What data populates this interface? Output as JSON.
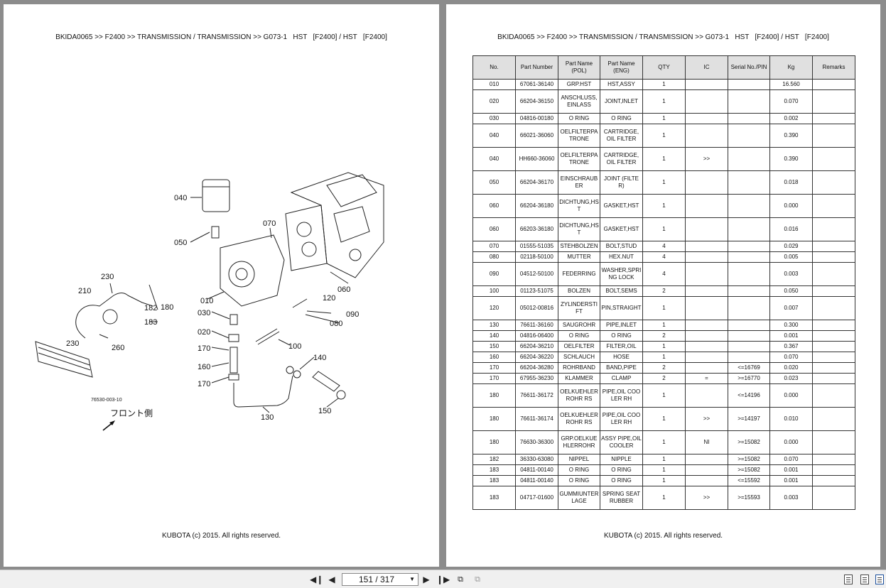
{
  "left_page": {
    "header": "BKIDA0065 >> F2400 >> TRANSMISSION / TRANSMISSION >> G073-1   HST   [F2400] / HST   [F2400]",
    "footer": "KUBOTA (c) 2015. All rights reserved.",
    "diagram": {
      "labels": {
        "l040": "040",
        "l050": "050",
        "l070": "070",
        "l060": "060",
        "l010": "010",
        "l120": "120",
        "l030": "030",
        "l090": "090",
        "l080": "080",
        "l020": "020",
        "l100": "100",
        "l170a": "170",
        "l140": "140",
        "l160": "160",
        "l170b": "170",
        "l150": "150",
        "l130": "130",
        "l230a": "230",
        "l210": "210",
        "l182": "182",
        "l180": "180",
        "l183": "183",
        "l230b": "230",
        "l260": "260"
      },
      "ref_code": "76530-003-10",
      "front_side": "フロント側"
    }
  },
  "right_page": {
    "header": "BKIDA0065 >> F2400 >> TRANSMISSION / TRANSMISSION >> G073-1   HST   [F2400] / HST   [F2400]",
    "footer": "KUBOTA (c) 2015. All rights reserved.",
    "table": {
      "columns": [
        "No.",
        "Part Number",
        "Part Name (POL)",
        "Part Name (ENG)",
        "QTY",
        "IC",
        "Serial No./PIN",
        "Kg",
        "Remarks"
      ],
      "rows": [
        [
          "010",
          "67061-36140",
          "GRP.HST",
          "HST,ASSY",
          "1",
          "",
          "",
          "16.560",
          ""
        ],
        [
          "020",
          "66204-36150",
          "ANSCHLUSS, EINLASS",
          "JOINT,INLET",
          "1",
          "",
          "",
          "0.070",
          ""
        ],
        [
          "030",
          "04816-00180",
          "O RING",
          "O RING",
          "1",
          "",
          "",
          "0.002",
          ""
        ],
        [
          "040",
          "66021-36060",
          "OELFILTERPATRONE",
          "CARTRIDGE, OIL FILTER",
          "1",
          "",
          "",
          "0.390",
          ""
        ],
        [
          "040",
          "HH660-36060",
          "OELFILTERPATRONE",
          "CARTRIDGE, OIL FILTER",
          "1",
          ">>",
          "",
          "0.390",
          ""
        ],
        [
          "050",
          "66204-36170",
          "EINSCHRAUBER",
          "JOINT (FILTER)",
          "1",
          "",
          "",
          "0.018",
          ""
        ],
        [
          "060",
          "66204-36180",
          "DICHTUNG,HST",
          "GASKET,HST",
          "1",
          "",
          "",
          "0.000",
          ""
        ],
        [
          "060",
          "66203-36180",
          "DICHTUNG,HST",
          "GASKET,HST",
          "1",
          "",
          "",
          "0.016",
          ""
        ],
        [
          "070",
          "01555-51035",
          "STEHBOLZEN",
          "BOLT,STUD",
          "4",
          "",
          "",
          "0.029",
          ""
        ],
        [
          "080",
          "02118-50100",
          "MUTTER",
          "HEX.NUT",
          "4",
          "",
          "",
          "0.005",
          ""
        ],
        [
          "090",
          "04512-50100",
          "FEDERRING",
          "WASHER,SPRING LOCK",
          "4",
          "",
          "",
          "0.003",
          ""
        ],
        [
          "100",
          "01123-51075",
          "BOLZEN",
          "BOLT,SEMS",
          "2",
          "",
          "",
          "0.050",
          ""
        ],
        [
          "120",
          "05012-00816",
          "ZYLINDERSTIFT",
          "PIN,STRAIGHT",
          "1",
          "",
          "",
          "0.007",
          ""
        ],
        [
          "130",
          "76611-36160",
          "SAUGROHR",
          "PIPE,INLET",
          "1",
          "",
          "",
          "0.300",
          ""
        ],
        [
          "140",
          "04816-06400",
          "O RING",
          "O RING",
          "2",
          "",
          "",
          "0.001",
          ""
        ],
        [
          "150",
          "66204-36210",
          "OELFILTER",
          "FILTER,OIL",
          "1",
          "",
          "",
          "0.367",
          ""
        ],
        [
          "160",
          "66204-36220",
          "SCHLAUCH",
          "HOSE",
          "1",
          "",
          "",
          "0.070",
          ""
        ],
        [
          "170",
          "66204-36280",
          "ROHRBAND",
          "BAND,PIPE",
          "2",
          "",
          "<=16769",
          "0.020",
          ""
        ],
        [
          "170",
          "67955-36230",
          "KLAMMER",
          "CLAMP",
          "2",
          "=",
          ">=16770",
          "0.023",
          ""
        ],
        [
          "180",
          "76611-36172",
          "OELKUEHLERROHR RS",
          "PIPE,OIL COOLER RH",
          "1",
          "",
          "<=14196",
          "0.000",
          ""
        ],
        [
          "180",
          "76611-36174",
          "OELKUEHLERROHR RS",
          "PIPE,OIL COOLER RH",
          "1",
          ">>",
          ">=14197",
          "0.010",
          ""
        ],
        [
          "180",
          "76630-36300",
          "GRP.OELKUEHLERROHR",
          "ASSY PIPE,OIL COOLER",
          "1",
          "NI",
          ">=15082",
          "0.000",
          ""
        ],
        [
          "182",
          "36330-63080",
          "NIPPEL",
          "NIPPLE",
          "1",
          "",
          ">=15082",
          "0.070",
          ""
        ],
        [
          "183",
          "04811-00140",
          "O RING",
          "O RING",
          "1",
          "",
          ">=15082",
          "0.001",
          ""
        ],
        [
          "183",
          "04811-00140",
          "O RING",
          "O RING",
          "1",
          "",
          "<=15592",
          "0.001",
          ""
        ],
        [
          "183",
          "04717-01600",
          "GUMMIUNTERLAGE",
          "SPRING SEAT RUBBER",
          "1",
          ">>",
          ">=15593",
          "0.003",
          ""
        ]
      ]
    }
  },
  "toolbar": {
    "first_page_icon": "first-page-icon",
    "prev_page_icon": "prev-page-icon",
    "page_indicator": "151 / 317",
    "next_page_icon": "next-page-icon",
    "last_page_icon": "last-page-icon"
  }
}
